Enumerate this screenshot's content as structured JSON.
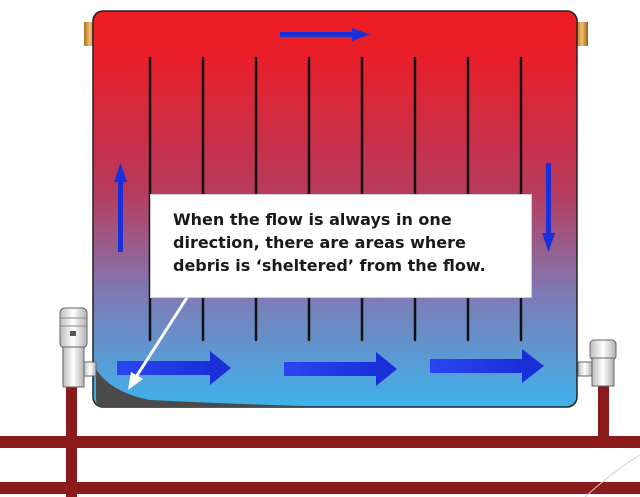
{
  "callout": {
    "lines": [
      "When the flow is always in one",
      "direction, there are areas where",
      "debris is ‘sheltered’ from the flow."
    ]
  },
  "colors": {
    "hot": "#ee1c23",
    "mid": "#b03a5e",
    "cool": "#3fa4e0",
    "arrow": "#1a2fd8",
    "pipe": "#8b1a1a",
    "debris": "#4a4a4a",
    "fin_line": "#111111"
  },
  "icons": [
    "flow-arrow-icon",
    "radiator-valve-icon",
    "pointer-arrow-icon"
  ]
}
